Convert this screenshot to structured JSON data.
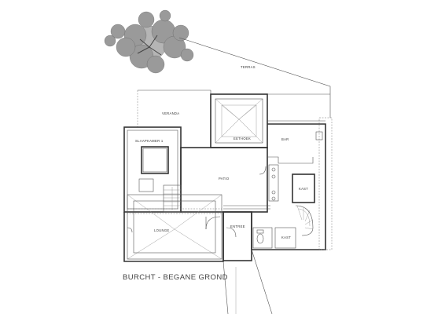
{
  "plan": {
    "title": "BURCHT - BEGANE GROND",
    "rooms": {
      "terras": "TERRAS",
      "veranda": "VERANDA",
      "slaapkamer": "SLAAPKAMER 1",
      "eethoek": "EETHOEK",
      "bar": "BAR",
      "patio": "PATIO",
      "kast_upper": "KAST",
      "lounge": "LOUNGE",
      "entree": "ENTREE",
      "kast_lower": "KAST"
    },
    "icons": {
      "tree": "tree-icon",
      "stairs": "stairs-icon",
      "toilet": "toilet-icon"
    }
  }
}
